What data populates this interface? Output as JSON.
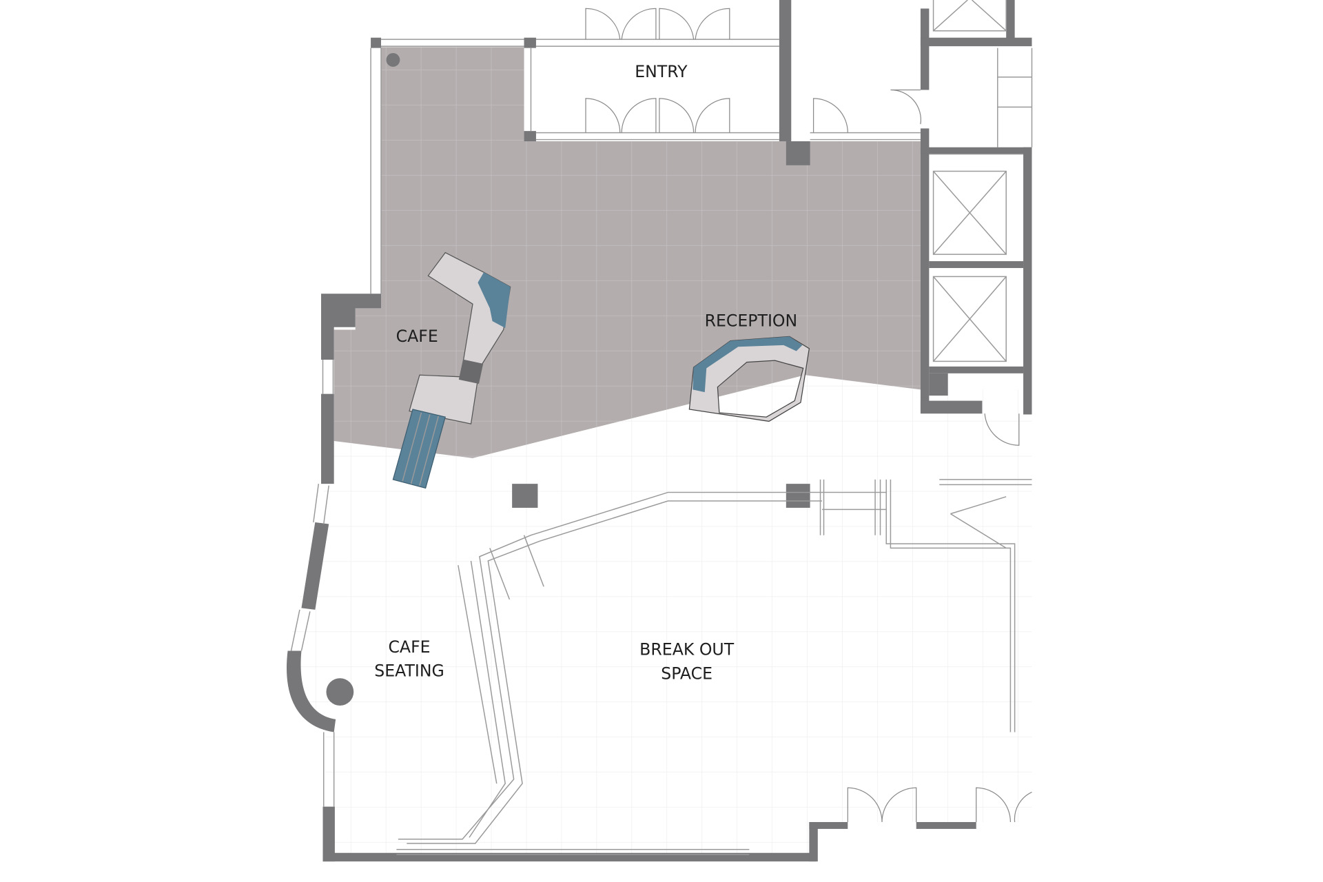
{
  "plan": {
    "rooms": {
      "entry": "ENTRY",
      "cafe": "CAFE",
      "reception": "RECEPTION",
      "cafe_seating_line1": "CAFE",
      "cafe_seating_line2": "SEATING",
      "break_out_line1": "BREAK OUT",
      "break_out_line2": "SPACE"
    },
    "colors": {
      "floor_highlight": "#b3adae",
      "wall": "#77777a",
      "counter": "#d9d5d6",
      "counter_accent": "#5a8299"
    }
  }
}
